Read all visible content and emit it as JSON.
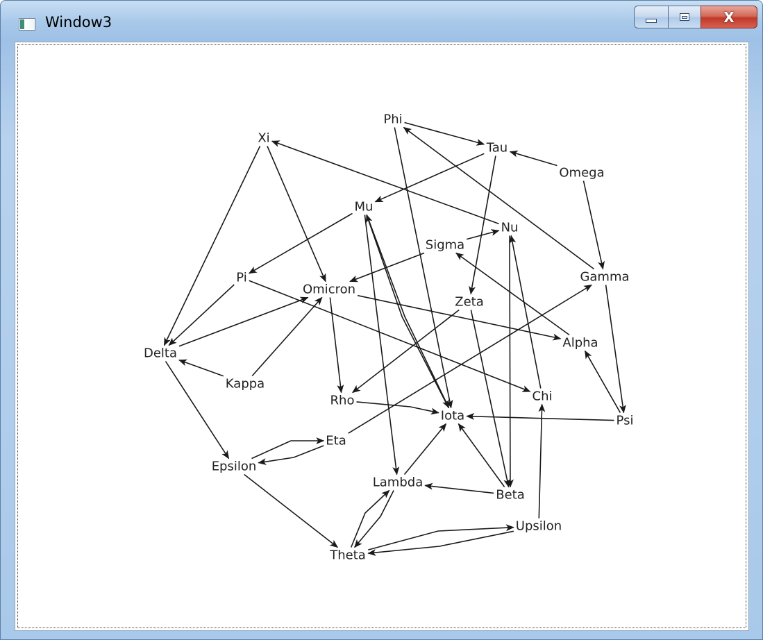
{
  "window": {
    "title": "Window3",
    "app_icon": "window-app-icon",
    "buttons": {
      "minimize_icon": "minimize-icon",
      "maximize_icon": "maximize-icon",
      "close_icon": "close-icon",
      "close_glyph": "X"
    }
  },
  "graph": {
    "edge_color": "#1a1a1a",
    "label_color": "#222222",
    "nodes": [
      {
        "id": "phi",
        "label": "Phi"
      },
      {
        "id": "tau",
        "label": "Tau"
      },
      {
        "id": "omega",
        "label": "Omega"
      },
      {
        "id": "xi",
        "label": "Xi"
      },
      {
        "id": "mu",
        "label": "Mu"
      },
      {
        "id": "nu",
        "label": "Nu"
      },
      {
        "id": "sigma",
        "label": "Sigma"
      },
      {
        "id": "gamma",
        "label": "Gamma"
      },
      {
        "id": "pi",
        "label": "Pi"
      },
      {
        "id": "omicron",
        "label": "Omicron"
      },
      {
        "id": "zeta",
        "label": "Zeta"
      },
      {
        "id": "delta",
        "label": "Delta"
      },
      {
        "id": "alpha",
        "label": "Alpha"
      },
      {
        "id": "kappa",
        "label": "Kappa"
      },
      {
        "id": "rho",
        "label": "Rho"
      },
      {
        "id": "chi",
        "label": "Chi"
      },
      {
        "id": "iota",
        "label": "Iota"
      },
      {
        "id": "psi",
        "label": "Psi"
      },
      {
        "id": "eta",
        "label": "Eta"
      },
      {
        "id": "epsilon",
        "label": "Epsilon"
      },
      {
        "id": "lambda",
        "label": "Lambda"
      },
      {
        "id": "beta",
        "label": "Beta"
      },
      {
        "id": "upsilon",
        "label": "Upsilon"
      },
      {
        "id": "theta",
        "label": "Theta"
      }
    ],
    "edges": [
      {
        "from": "phi",
        "to": "tau"
      },
      {
        "from": "phi",
        "to": "iota"
      },
      {
        "from": "omega",
        "to": "tau"
      },
      {
        "from": "omega",
        "to": "gamma"
      },
      {
        "from": "tau",
        "to": "mu"
      },
      {
        "from": "tau",
        "to": "zeta"
      },
      {
        "from": "gamma",
        "to": "phi"
      },
      {
        "from": "gamma",
        "to": "psi"
      },
      {
        "from": "nu",
        "to": "xi"
      },
      {
        "from": "xi",
        "to": "delta"
      },
      {
        "from": "xi",
        "to": "omicron"
      },
      {
        "from": "mu",
        "to": "pi"
      },
      {
        "from": "mu",
        "to": "lambda"
      },
      {
        "from": "mu",
        "to": "iota"
      },
      {
        "from": "iota",
        "to": "mu"
      },
      {
        "from": "sigma",
        "to": "nu"
      },
      {
        "from": "sigma",
        "to": "omicron"
      },
      {
        "from": "nu",
        "to": "beta"
      },
      {
        "from": "chi",
        "to": "nu"
      },
      {
        "from": "alpha",
        "to": "sigma"
      },
      {
        "from": "pi",
        "to": "delta"
      },
      {
        "from": "pi",
        "to": "chi"
      },
      {
        "from": "delta",
        "to": "omicron"
      },
      {
        "from": "delta",
        "to": "epsilon"
      },
      {
        "from": "kappa",
        "to": "delta"
      },
      {
        "from": "kappa",
        "to": "omicron"
      },
      {
        "from": "omicron",
        "to": "rho"
      },
      {
        "from": "omicron",
        "to": "alpha"
      },
      {
        "from": "zeta",
        "to": "rho"
      },
      {
        "from": "zeta",
        "to": "beta"
      },
      {
        "from": "psi",
        "to": "alpha"
      },
      {
        "from": "psi",
        "to": "iota"
      },
      {
        "from": "rho",
        "to": "iota"
      },
      {
        "from": "eta",
        "to": "gamma"
      },
      {
        "from": "epsilon",
        "to": "eta"
      },
      {
        "from": "eta",
        "to": "epsilon"
      },
      {
        "from": "epsilon",
        "to": "theta"
      },
      {
        "from": "lambda",
        "to": "iota"
      },
      {
        "from": "beta",
        "to": "iota"
      },
      {
        "from": "beta",
        "to": "lambda"
      },
      {
        "from": "theta",
        "to": "lambda"
      },
      {
        "from": "lambda",
        "to": "theta"
      },
      {
        "from": "theta",
        "to": "upsilon"
      },
      {
        "from": "upsilon",
        "to": "theta"
      },
      {
        "from": "upsilon",
        "to": "chi"
      }
    ]
  }
}
